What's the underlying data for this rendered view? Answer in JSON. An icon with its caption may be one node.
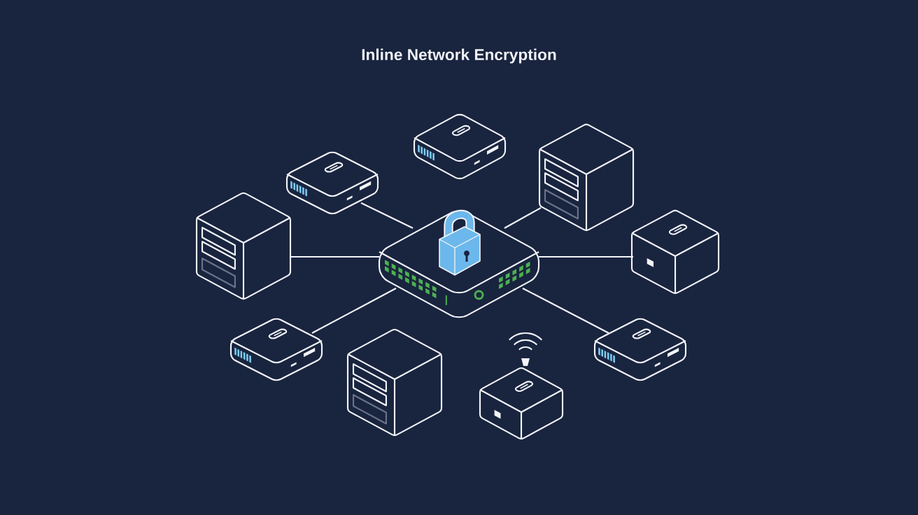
{
  "diagram": {
    "title": "Inline Network Encryption",
    "nodes": [
      {
        "text": [],
        "shape": "picture"
      },
      {
        "text": [],
        "shape": "picture"
      },
      {
        "text": [],
        "shape": "picture"
      },
      {
        "text": [],
        "shape": "picture"
      },
      {
        "text": [],
        "shape": "picture"
      },
      {
        "text": [],
        "shape": "picture"
      },
      {
        "text": [],
        "shape": "picture"
      },
      {
        "text": [],
        "shape": "picture"
      },
      {
        "text": [],
        "shape": "picture"
      },
      {
        "text": [],
        "shape": "picture"
      }
    ],
    "edges": [
      {
        "from": 4,
        "to": 2,
        "arrow": "none"
      },
      {
        "from": 4,
        "to": 1,
        "arrow": "none"
      },
      {
        "from": 4,
        "to": 3,
        "arrow": "none"
      },
      {
        "from": 4,
        "to": 5,
        "arrow": "none"
      },
      {
        "from": 4,
        "to": 6,
        "arrow": "none"
      },
      {
        "from": 4,
        "to": 7,
        "arrow": "none"
      }
    ]
  }
}
